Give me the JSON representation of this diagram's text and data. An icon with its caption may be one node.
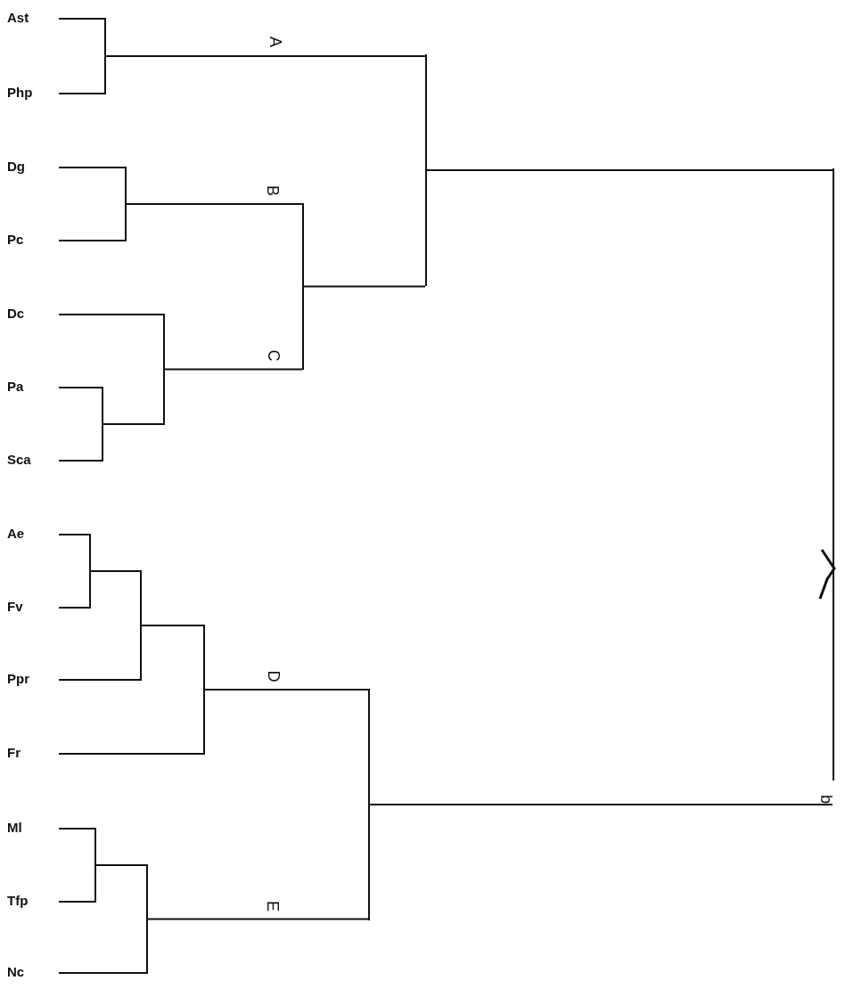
{
  "diagram": {
    "nodes": [
      {
        "text": [
          "Ast"
        ]
      },
      {
        "text": [
          "Php"
        ]
      },
      {
        "text": [
          "Dg"
        ]
      },
      {
        "text": [
          "Pc"
        ]
      },
      {
        "text": [
          "Dc"
        ]
      },
      {
        "text": [
          "Pa"
        ]
      },
      {
        "text": [
          "Sca"
        ]
      },
      {
        "text": [
          "Ae"
        ]
      },
      {
        "text": [
          "Fv"
        ]
      },
      {
        "text": [
          "Ppr"
        ]
      },
      {
        "text": [
          "Fr"
        ]
      },
      {
        "text": [
          "Ml"
        ]
      },
      {
        "text": [
          "Tfp"
        ]
      },
      {
        "text": [
          "Nc"
        ]
      },
      {
        "text": [],
        "shape": "bar"
      },
      {
        "text": [],
        "shape": "bar"
      },
      {
        "text": [],
        "shape": "bar"
      },
      {
        "text": [],
        "shape": "bar"
      },
      {
        "text": [],
        "shape": "bar"
      },
      {
        "text": [],
        "shape": "bar"
      },
      {
        "text": [],
        "shape": "bar"
      },
      {
        "text": [],
        "shape": "bar"
      },
      {
        "text": [],
        "shape": "bar"
      },
      {
        "text": [],
        "shape": "bar"
      },
      {
        "text": [],
        "shape": "bar"
      },
      {
        "text": [],
        "shape": "bar"
      },
      {
        "text": [],
        "shape": "bar"
      }
    ],
    "edges": [
      {
        "from": 0,
        "to": 14,
        "arrow": "none"
      },
      {
        "from": 1,
        "to": 14,
        "arrow": "none"
      },
      {
        "from": 2,
        "to": 15,
        "arrow": "none"
      },
      {
        "from": 3,
        "to": 15,
        "arrow": "none"
      },
      {
        "from": 4,
        "to": 17,
        "arrow": "none"
      },
      {
        "from": 5,
        "to": 16,
        "arrow": "none"
      },
      {
        "from": 6,
        "to": 16,
        "arrow": "none"
      },
      {
        "from": 16,
        "to": 17,
        "arrow": "none"
      },
      {
        "from": 15,
        "to": 18,
        "arrow": "none",
        "label": "B"
      },
      {
        "from": 17,
        "to": 18,
        "arrow": "none",
        "label": "C"
      },
      {
        "from": 14,
        "to": 19,
        "arrow": "none",
        "label": "A"
      },
      {
        "from": 18,
        "to": 19,
        "arrow": "none"
      },
      {
        "from": 7,
        "to": 20,
        "arrow": "none"
      },
      {
        "from": 8,
        "to": 20,
        "arrow": "none"
      },
      {
        "from": 20,
        "to": 21,
        "arrow": "none"
      },
      {
        "from": 9,
        "to": 21,
        "arrow": "none"
      },
      {
        "from": 21,
        "to": 22,
        "arrow": "none"
      },
      {
        "from": 10,
        "to": 22,
        "arrow": "none"
      },
      {
        "from": 11,
        "to": 23,
        "arrow": "none"
      },
      {
        "from": 12,
        "to": 23,
        "arrow": "none"
      },
      {
        "from": 23,
        "to": 24,
        "arrow": "none"
      },
      {
        "from": 13,
        "to": 24,
        "arrow": "none"
      },
      {
        "from": 22,
        "to": 25,
        "arrow": "none",
        "label": "D"
      },
      {
        "from": 24,
        "to": 25,
        "arrow": "none",
        "label": "E"
      },
      {
        "from": 19,
        "to": 26,
        "arrow": "none"
      },
      {
        "from": 25,
        "to": 26,
        "arrow": "none",
        "label": "b"
      }
    ]
  }
}
